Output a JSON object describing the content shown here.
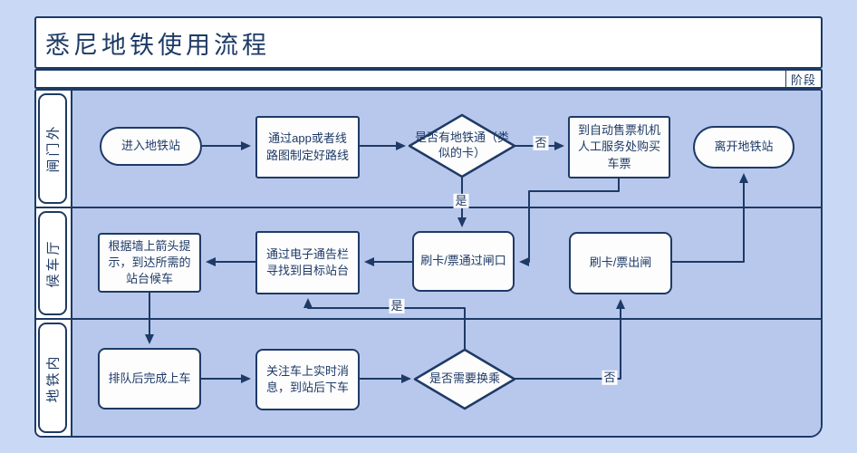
{
  "diagram": {
    "title": "悉尼地铁使用流程",
    "phase_label": "阶段",
    "lanes": [
      {
        "id": "outside-gate",
        "label": "闸门外"
      },
      {
        "id": "waiting-hall",
        "label": "候车厅"
      },
      {
        "id": "inside-metro",
        "label": "地铁内"
      }
    ],
    "nodes": [
      {
        "id": "enter-station",
        "shape": "stadium",
        "lane": "闸门外",
        "text": "进入地铁站"
      },
      {
        "id": "plan-route",
        "shape": "rect",
        "lane": "闸门外",
        "text": "通过app或者线路图制定好路线"
      },
      {
        "id": "has-card",
        "shape": "diamond",
        "lane": "闸门外",
        "text": "是否有地铁通（类似的卡）"
      },
      {
        "id": "buy-ticket",
        "shape": "rect",
        "lane": "闸门外",
        "text": "到自动售票机机人工服务处购买车票"
      },
      {
        "id": "leave-station",
        "shape": "stadium",
        "lane": "闸门外",
        "text": "离开地铁站"
      },
      {
        "id": "find-platform-wait",
        "shape": "rect",
        "lane": "候车厅",
        "text": "根据墙上箭头提示，到达所需的站台候车"
      },
      {
        "id": "find-target-platform",
        "shape": "rect",
        "lane": "候车厅",
        "text": "通过电子通告栏寻找到目标站台"
      },
      {
        "id": "tap-in",
        "shape": "rect",
        "lane": "候车厅",
        "text": "刷卡/票通过闸口"
      },
      {
        "id": "tap-out",
        "shape": "rect",
        "lane": "候车厅",
        "text": "刷卡/票出闸"
      },
      {
        "id": "board-train",
        "shape": "rect",
        "lane": "地铁内",
        "text": "排队后完成上车"
      },
      {
        "id": "watch-info",
        "shape": "rect",
        "lane": "地铁内",
        "text": "关注车上实时消息，到站后下车"
      },
      {
        "id": "need-transfer",
        "shape": "diamond",
        "lane": "地铁内",
        "text": "是否需要换乘"
      }
    ],
    "edges": [
      {
        "from": "enter-station",
        "to": "plan-route",
        "label": ""
      },
      {
        "from": "plan-route",
        "to": "has-card",
        "label": ""
      },
      {
        "from": "has-card",
        "to": "buy-ticket",
        "label": "否"
      },
      {
        "from": "has-card",
        "to": "tap-in",
        "label": "是"
      },
      {
        "from": "buy-ticket",
        "to": "tap-in",
        "label": ""
      },
      {
        "from": "tap-in",
        "to": "find-target-platform",
        "label": ""
      },
      {
        "from": "find-target-platform",
        "to": "find-platform-wait",
        "label": ""
      },
      {
        "from": "find-platform-wait",
        "to": "board-train",
        "label": ""
      },
      {
        "from": "board-train",
        "to": "watch-info",
        "label": ""
      },
      {
        "from": "watch-info",
        "to": "need-transfer",
        "label": ""
      },
      {
        "from": "need-transfer",
        "to": "tap-out",
        "label": "否"
      },
      {
        "from": "need-transfer",
        "to": "find-target-platform",
        "label": "是"
      },
      {
        "from": "tap-out",
        "to": "leave-station",
        "label": ""
      }
    ],
    "colors": {
      "stroke_and_text": "#1e3a66",
      "lane_background": "#b8c8ec",
      "node_background": "#fdfdfe",
      "page_background": "#c9d8f4"
    }
  }
}
